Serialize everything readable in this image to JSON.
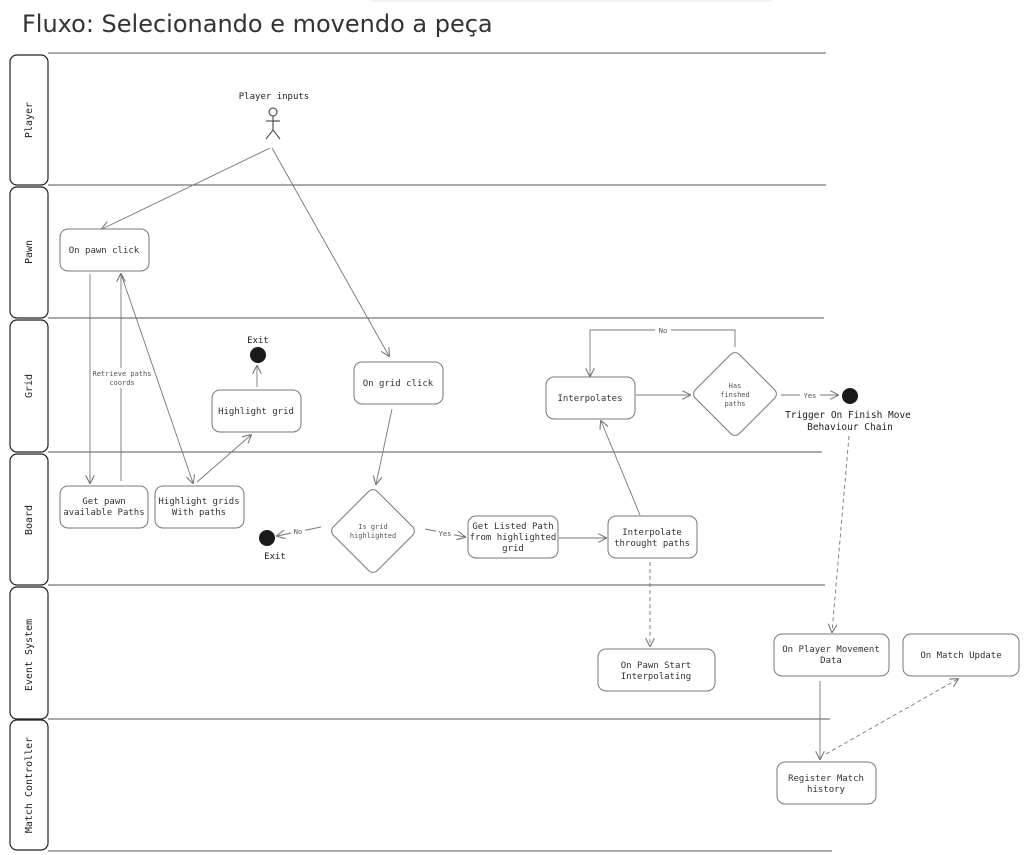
{
  "title": "Fluxo: Selecionando e movendo a peça",
  "lanes": [
    "Player",
    "Pawn",
    "Grid",
    "Board",
    "Event System",
    "Match Controller"
  ],
  "actor": {
    "label": "Player inputs",
    "icon": "stick-figure-icon"
  },
  "nodes": {
    "on_pawn_click": [
      "On pawn click"
    ],
    "get_pawn_paths": [
      "Get pawn",
      "available Paths"
    ],
    "highlight_grids": [
      "Highlight grids",
      "With paths"
    ],
    "highlight_grid": [
      "Highlight grid"
    ],
    "on_grid_click": [
      "On grid click"
    ],
    "is_grid_highlighted": [
      "Is grid",
      "highlighted"
    ],
    "get_listed_path": [
      "Get Listed Path",
      "from highlighted",
      "grid"
    ],
    "interpolate_paths": [
      "Interpolate",
      "throught paths"
    ],
    "interpolates": [
      "Interpolates"
    ],
    "has_finished": [
      "Has",
      "finshed",
      "paths"
    ],
    "on_pawn_start": [
      "On Pawn Start",
      "Interpolating"
    ],
    "on_player_movement": [
      "On Player Movement",
      "Data"
    ],
    "on_match_update": [
      "On Match Update"
    ],
    "register_match": [
      "Register Match",
      "history"
    ]
  },
  "endpoints": {
    "exit_grid": "Exit",
    "exit_board": "Exit",
    "trigger_finish": [
      "Trigger On Finish Move",
      "Behaviour Chain"
    ]
  },
  "edge_labels": {
    "retrieve_paths": [
      "Retrieve paths",
      "coords"
    ],
    "board_no": "No",
    "board_yes": "Yes",
    "loop_no": "No",
    "finish_yes": "Yes"
  }
}
